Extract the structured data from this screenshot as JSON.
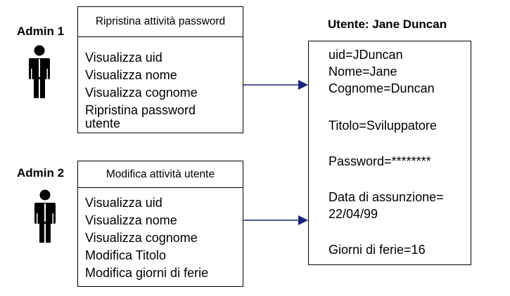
{
  "admins": [
    {
      "label": "Admin 1",
      "task": {
        "title": "Ripristina attività password",
        "items": [
          "Visualizza uid",
          "Visualizza nome",
          "Visualizza cognome",
          "Ripristina password utente"
        ]
      }
    },
    {
      "label": "Admin 2",
      "task": {
        "title": "Modifica attività utente",
        "items": [
          "Visualizza uid",
          "Visualizza nome",
          "Visualizza cognome",
          "Modifica Titolo",
          "Modifica giorni di ferie"
        ]
      }
    }
  ],
  "user": {
    "title": "Utente: Jane Duncan",
    "fields": [
      "uid=JDuncan",
      "Nome=Jane",
      "Cognome=Duncan",
      "Titolo=Sviluppatore",
      "Password=********",
      "Data di assunzione=",
      "22/04/99",
      "Giorni di ferie=16"
    ]
  },
  "colors": {
    "arrow": "#1a237e",
    "line": "#000000"
  }
}
